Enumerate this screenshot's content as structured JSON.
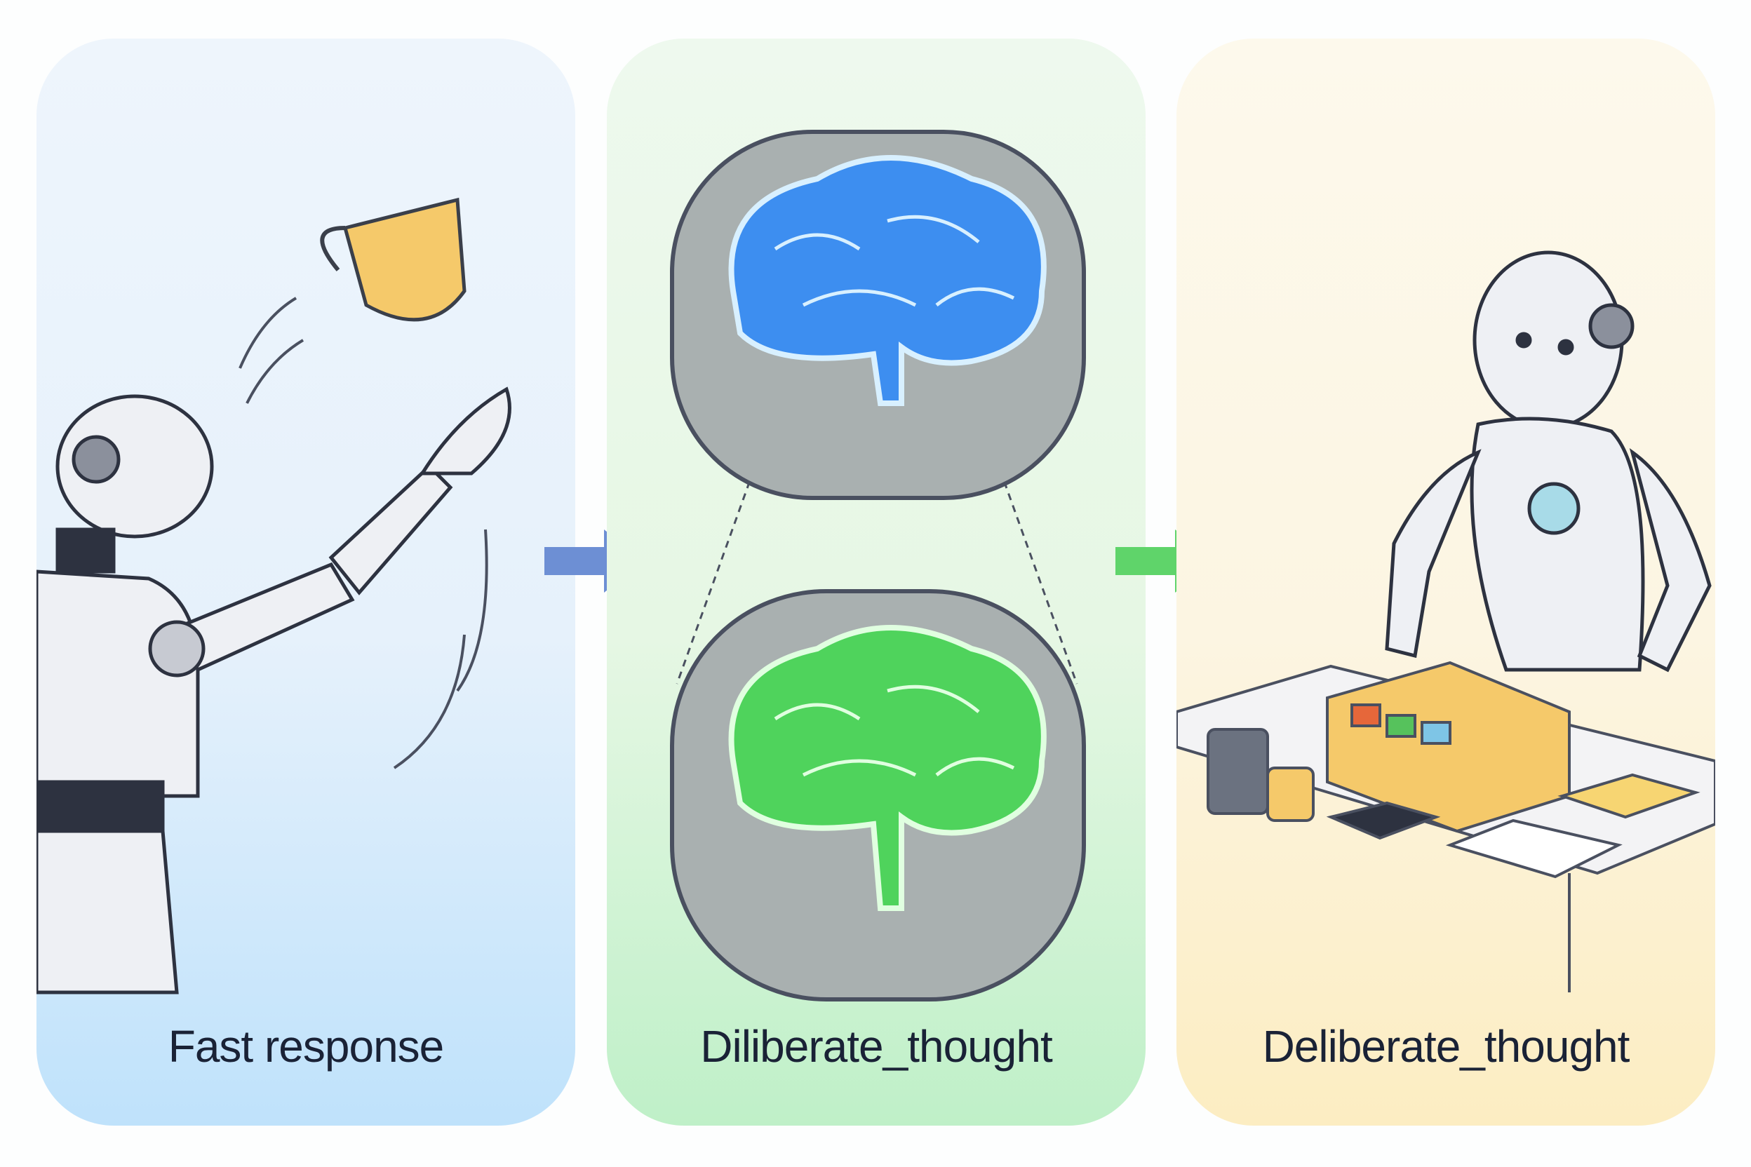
{
  "panels": [
    {
      "label": "Fast response",
      "icon": "robot-catching-cup",
      "color": "#bfe2fb"
    },
    {
      "label": "Diliberate_thought",
      "icon": "two-brains",
      "color": "#bff0c8"
    },
    {
      "label": "Deliberate_thought",
      "icon": "robot-organizing-desk",
      "color": "#fcedc2"
    }
  ],
  "arrows": {
    "first_color": "#6d8fd4",
    "second_color": "#5fd46a"
  }
}
